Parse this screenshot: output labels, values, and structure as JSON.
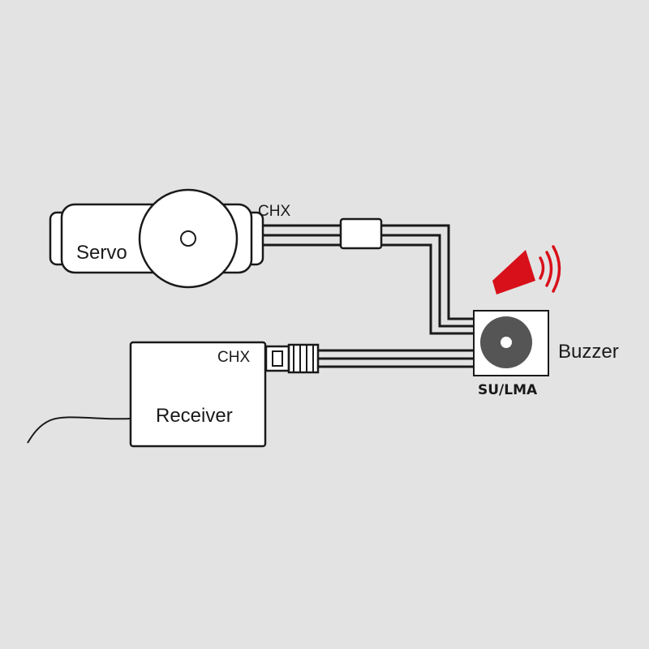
{
  "servo": {
    "label": "Servo",
    "port_label": "CHX"
  },
  "receiver": {
    "label": "Receiver",
    "port_label": "CHX"
  },
  "buzzer": {
    "label": "Buzzer",
    "model_label": "SU/LMA"
  },
  "colors": {
    "background": "#e3e3e3",
    "outline": "#1a1a1a",
    "box_fill": "#ffffff",
    "buzzer_disc": "#555555",
    "speaker_icon": "#d8101a"
  },
  "icons": {
    "sound": "speaker-icon"
  }
}
